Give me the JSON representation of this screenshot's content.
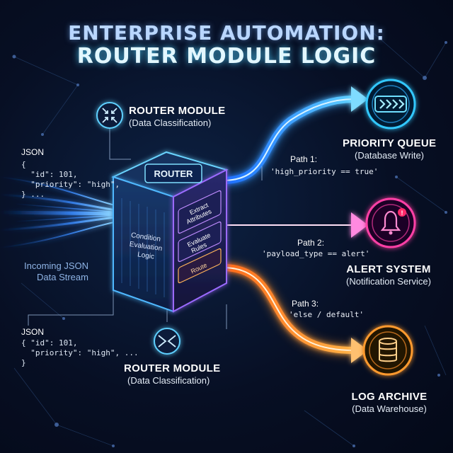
{
  "title": {
    "line1": "ENTERPRISE AUTOMATION:",
    "line2": "ROUTER MODULE LOGIC"
  },
  "router_module_top": {
    "title": "ROUTER MODULE",
    "subtitle": "(Data Classification)",
    "icon": "compress-arrows-icon"
  },
  "router_module_bottom": {
    "title": "ROUTER MODULE",
    "subtitle": "(Data Classification)",
    "icon": "merge-arrows-icon"
  },
  "json_top": {
    "label": "JSON",
    "line1": "{",
    "line2": "  \"id\": 101,",
    "line3": "  \"priority\": \"high\",",
    "line4": "} ..."
  },
  "json_bottom": {
    "label": "JSON",
    "line1": "{ \"id\": 101,",
    "line2": "  \"priority\": \"high\", ...",
    "line3": "}"
  },
  "incoming": {
    "line1": "Incoming JSON",
    "line2": "Data Stream"
  },
  "router_box": {
    "top_label": "ROUTER",
    "left_label_1": "Condition",
    "left_label_2": "Evaluation",
    "left_label_3": "Logic",
    "steps": [
      {
        "line1": "Extract",
        "line2": "Attributes"
      },
      {
        "line1": "Evaluate",
        "line2": "Rules"
      },
      {
        "line1": "Route",
        "line2": ""
      }
    ]
  },
  "paths": [
    {
      "label": "Path 1:",
      "condition": "'high_priority == true'",
      "color": "#3fa9ff"
    },
    {
      "label": "Path 2:",
      "condition": "'payload_type == alert'",
      "color": "#ff4fd8"
    },
    {
      "label": "Path 3:",
      "condition": "'else / default'",
      "color": "#ff9a2e"
    }
  ],
  "destinations": [
    {
      "title": "PRIORITY QUEUE",
      "subtitle": "(Database Write)",
      "icon": "chevrons-right-icon",
      "color": "#33c8ff"
    },
    {
      "title": "ALERT SYSTEM",
      "subtitle": "(Notification Service)",
      "icon": "bell-alert-icon",
      "color": "#ff3fa6"
    },
    {
      "title": "LOG ARCHIVE",
      "subtitle": "(Data Warehouse)",
      "icon": "database-icon",
      "color": "#ff9a2e"
    }
  ]
}
